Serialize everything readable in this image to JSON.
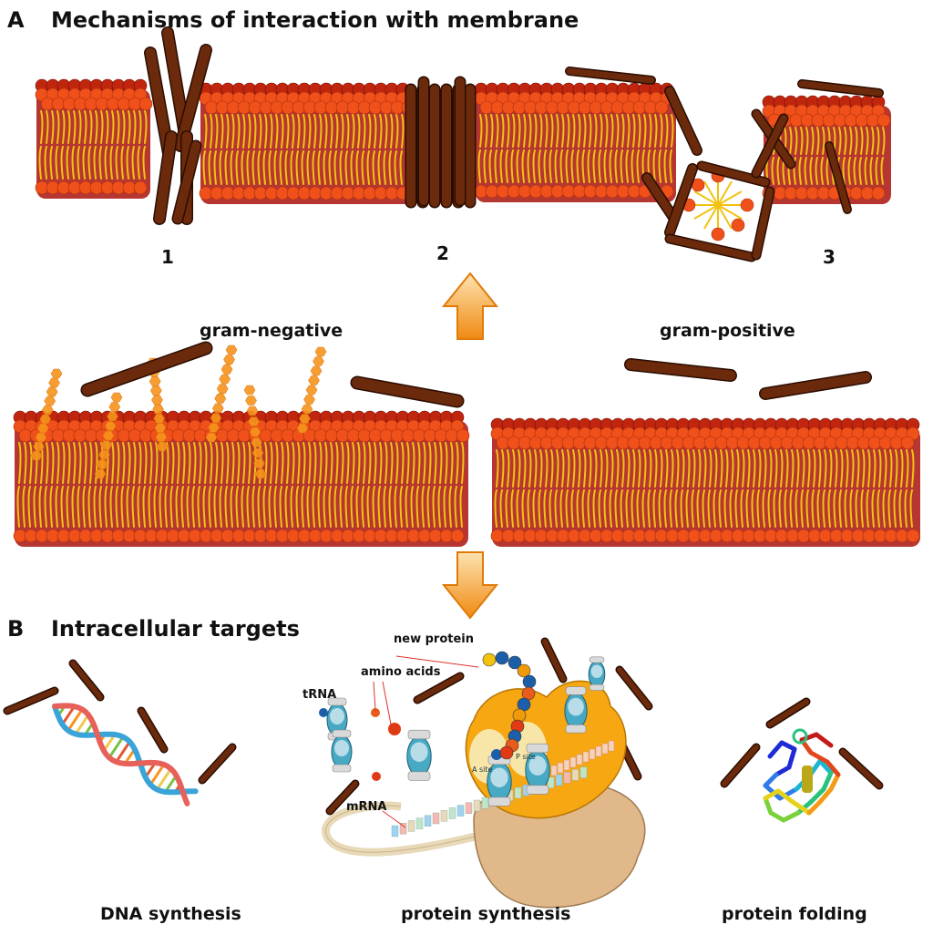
{
  "panel_a": {
    "letter": "A",
    "title": "Mechanisms of interaction with membrane",
    "mechanisms": [
      {
        "number": "1"
      },
      {
        "number": "2"
      },
      {
        "number": "3"
      }
    ]
  },
  "membranes": {
    "gram_negative_label": "gram-negative",
    "gram_positive_label": "gram-positive"
  },
  "panel_b": {
    "letter": "B",
    "title": "Intracellular targets",
    "targets": [
      {
        "caption": "DNA synthesis"
      },
      {
        "caption": "protein synthesis"
      },
      {
        "caption": "protein folding"
      }
    ],
    "ribosome_labels": {
      "new_protein": "new protein",
      "amino_acids": "amino acids",
      "trna": "tRNA",
      "mrna": "mRNA",
      "a_site": "A site",
      "p_site": "P site"
    }
  },
  "colors": {
    "peptide": "#6b2a0c",
    "peptide_outline": "#2a0d02",
    "head": "#f0501a",
    "head_dark": "#a9130d",
    "tail": "#f2c20f",
    "lps": "#f7941d",
    "arrow": "#f9a12c",
    "ribosome_large": "#f6a712",
    "ribosome_small": "#e1b88a"
  }
}
